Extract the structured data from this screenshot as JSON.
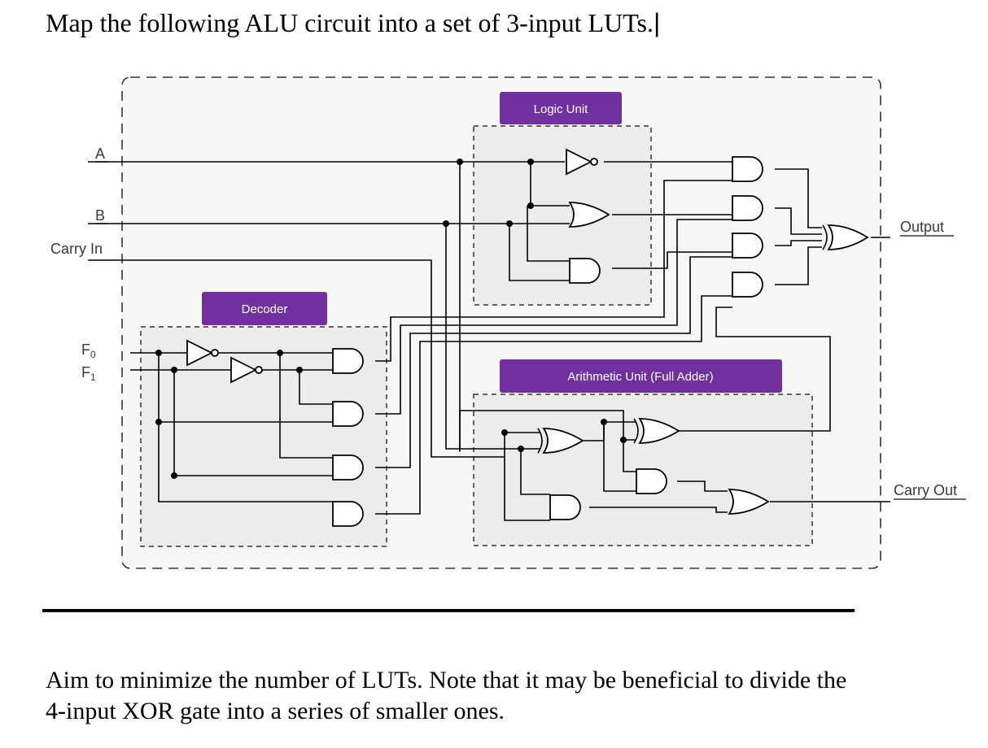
{
  "question": {
    "text": "Map the following ALU circuit into a set of 3-input LUTs.",
    "cursor": "|"
  },
  "diagram": {
    "inputs": {
      "a": "A",
      "b": "B",
      "carry_in": "Carry In",
      "f0_base": "F",
      "f0_sub": "0",
      "f1_base": "F",
      "f1_sub": "1"
    },
    "outputs": {
      "output": "Output",
      "carry_out": "Carry Out"
    },
    "blocks": {
      "logic_unit": "Logic Unit",
      "decoder": "Decoder",
      "arithmetic_unit": "Arithmetic Unit (Full Adder)"
    },
    "colors": {
      "accent_purple": "#7030a0",
      "block_fill": "#f2f2f2",
      "outer_fill": "#f7f7f7"
    }
  },
  "note": {
    "text": "Aim to minimize the number of LUTs. Note that it may be beneficial to divide the 4-input XOR gate into a series of smaller ones."
  }
}
